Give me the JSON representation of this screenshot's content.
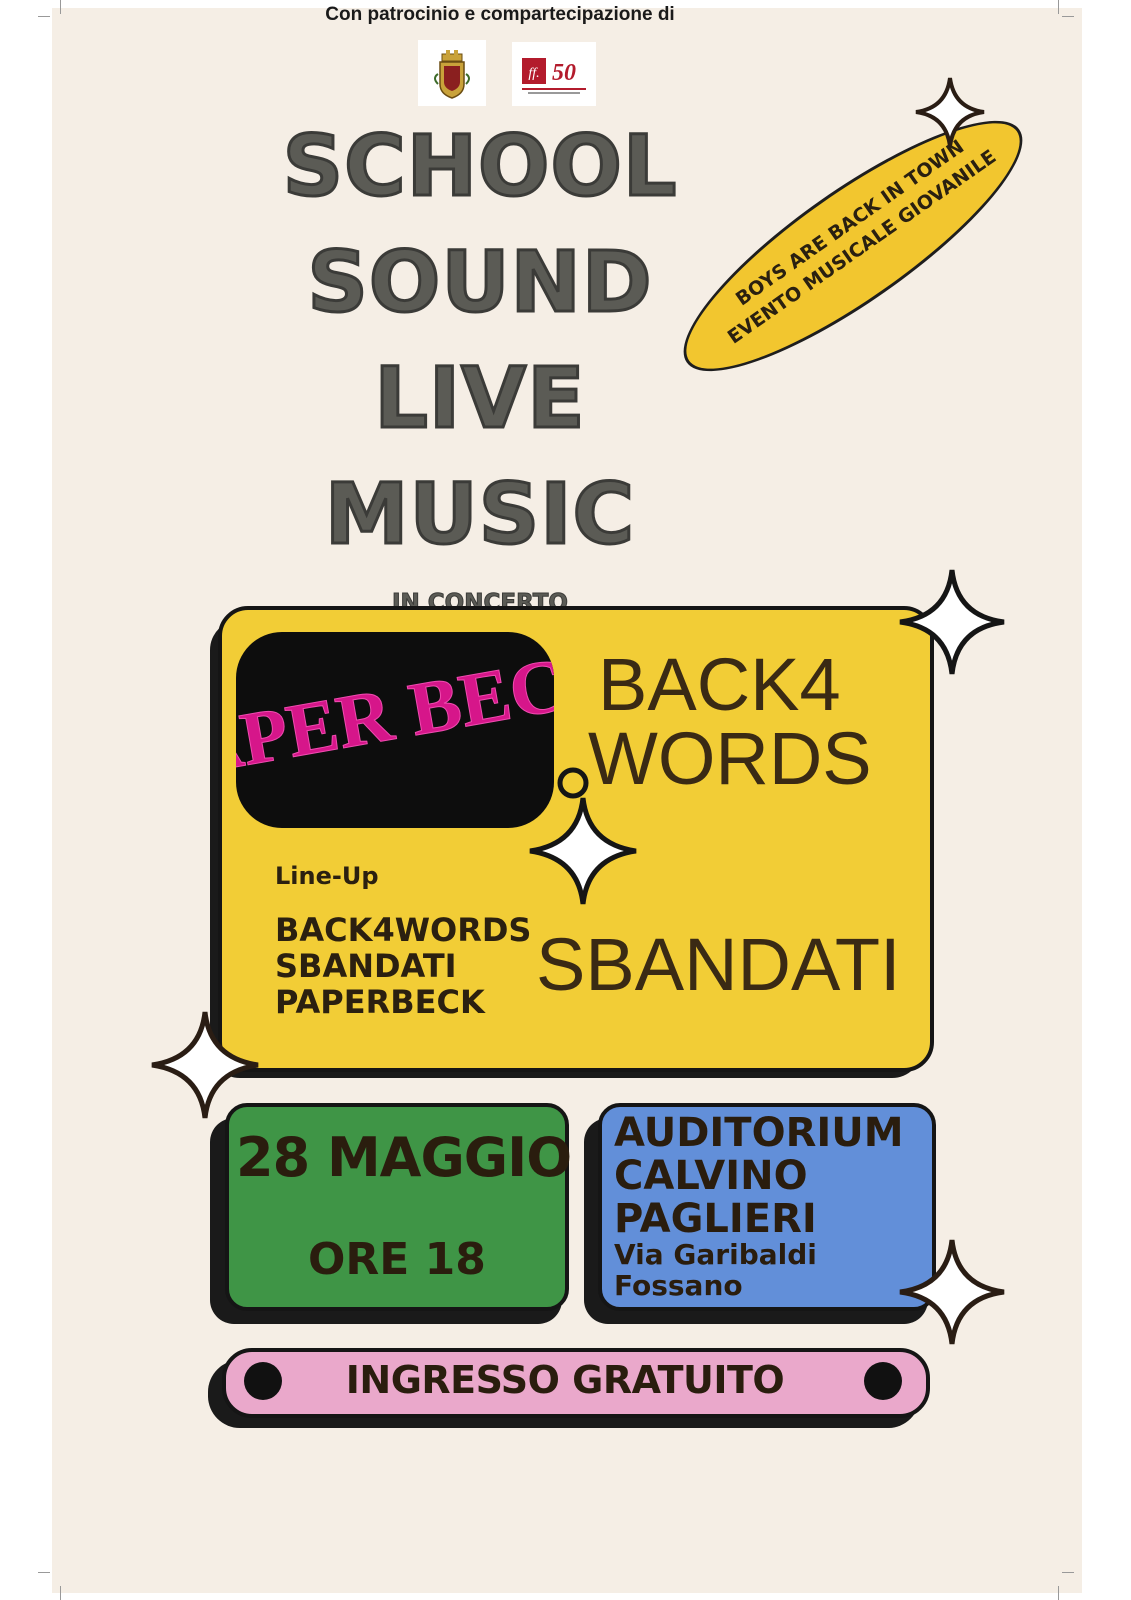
{
  "header": {
    "sponsor_text": "Con patrocinio  e compartecipazione di",
    "logos": [
      "crest-logo",
      "fondazione-fossano-musica-logo"
    ]
  },
  "title": {
    "line1": "SCHOOL",
    "line2": "SOUND",
    "line3": "LIVE",
    "line4": "MUSIC",
    "subtitle": "IN CONCERTO"
  },
  "badge": {
    "line1": "BOYS ARE BACK IN TOWN",
    "line2": "EVENTO MUSICALE GIOVANILE"
  },
  "bands": {
    "logo_text": "PAPER BECK",
    "name1_line1": "BACK4",
    "name1_line2": "WORDS",
    "name2": "SBANDATI"
  },
  "lineup": {
    "label": "Line-Up",
    "items": [
      "BACK4WORDS",
      "SBANDATI",
      "PAPERBECK"
    ]
  },
  "date": {
    "day": "28 MAGGIO",
    "time": "ORE 18"
  },
  "venue": {
    "line1": "AUDITORIUM",
    "line2": "CALVINO",
    "line3": "PAGLIERI",
    "street": "Via Garibaldi",
    "city": "Fossano"
  },
  "entry": {
    "label": "INGRESSO GRATUITO"
  },
  "colors": {
    "background": "#f5eee5",
    "yellow": "#f2cd36",
    "green": "#3f9546",
    "blue": "#628fd9",
    "pink": "#eaa8cb",
    "logo_magenta": "#d6168a"
  }
}
